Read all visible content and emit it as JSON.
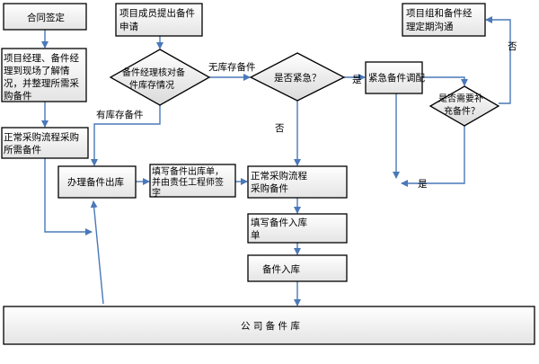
{
  "nodes": {
    "contract": "合同签定",
    "pm_survey": [
      "项目经理、备件经",
      "理到现场了解情",
      "况，并整理所需采",
      "购备件"
    ],
    "member_request": [
      "项目成员提出备件",
      "申请"
    ],
    "check_stock": [
      "备件经理核对备",
      "件库存情况"
    ],
    "urgent_q": "是否紧急？",
    "periodic_comm": [
      "项目组和备件经",
      "理定期沟通"
    ],
    "urgent_dispatch": "紧急备件调配",
    "replenish_q": [
      "是否需要补",
      "充备件？"
    ],
    "normal_purchase_left": [
      "正常采购流程采购",
      "所需备件"
    ],
    "issue_parts": "办理备件出库",
    "fill_outbound": [
      "填写备件出库单，",
      "并由责任工程师签",
      "字"
    ],
    "normal_purchase_mid": [
      "正常采购流程",
      "采购备件"
    ],
    "fill_inbound": [
      "填写备件入库",
      "单"
    ],
    "parts_inbound": "备件入库",
    "warehouse": "公 司 备 件 库"
  },
  "edge_labels": {
    "no_stock": "无库存备件",
    "has_stock": "有库存备件",
    "yes_urgent": "是",
    "no_urgent": "否",
    "no_replenish": "否",
    "yes_replenish": "是"
  }
}
